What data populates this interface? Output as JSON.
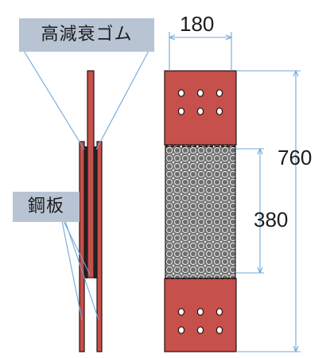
{
  "labels": {
    "rubber": "高減衰ゴム",
    "steel": "鋼板"
  },
  "dimensions": {
    "width": "180",
    "total_height": "760",
    "rubber_height": "380"
  },
  "colors": {
    "plate": "#c5504c",
    "plate_outline": "#2a1212",
    "rubber_fill": "#6e6e6e",
    "rubber_dot": "#e6e6e6",
    "dimension_line": "#6fa8dc",
    "leader_line": "#6fa8dc",
    "label_background": "#b8c4d4"
  }
}
